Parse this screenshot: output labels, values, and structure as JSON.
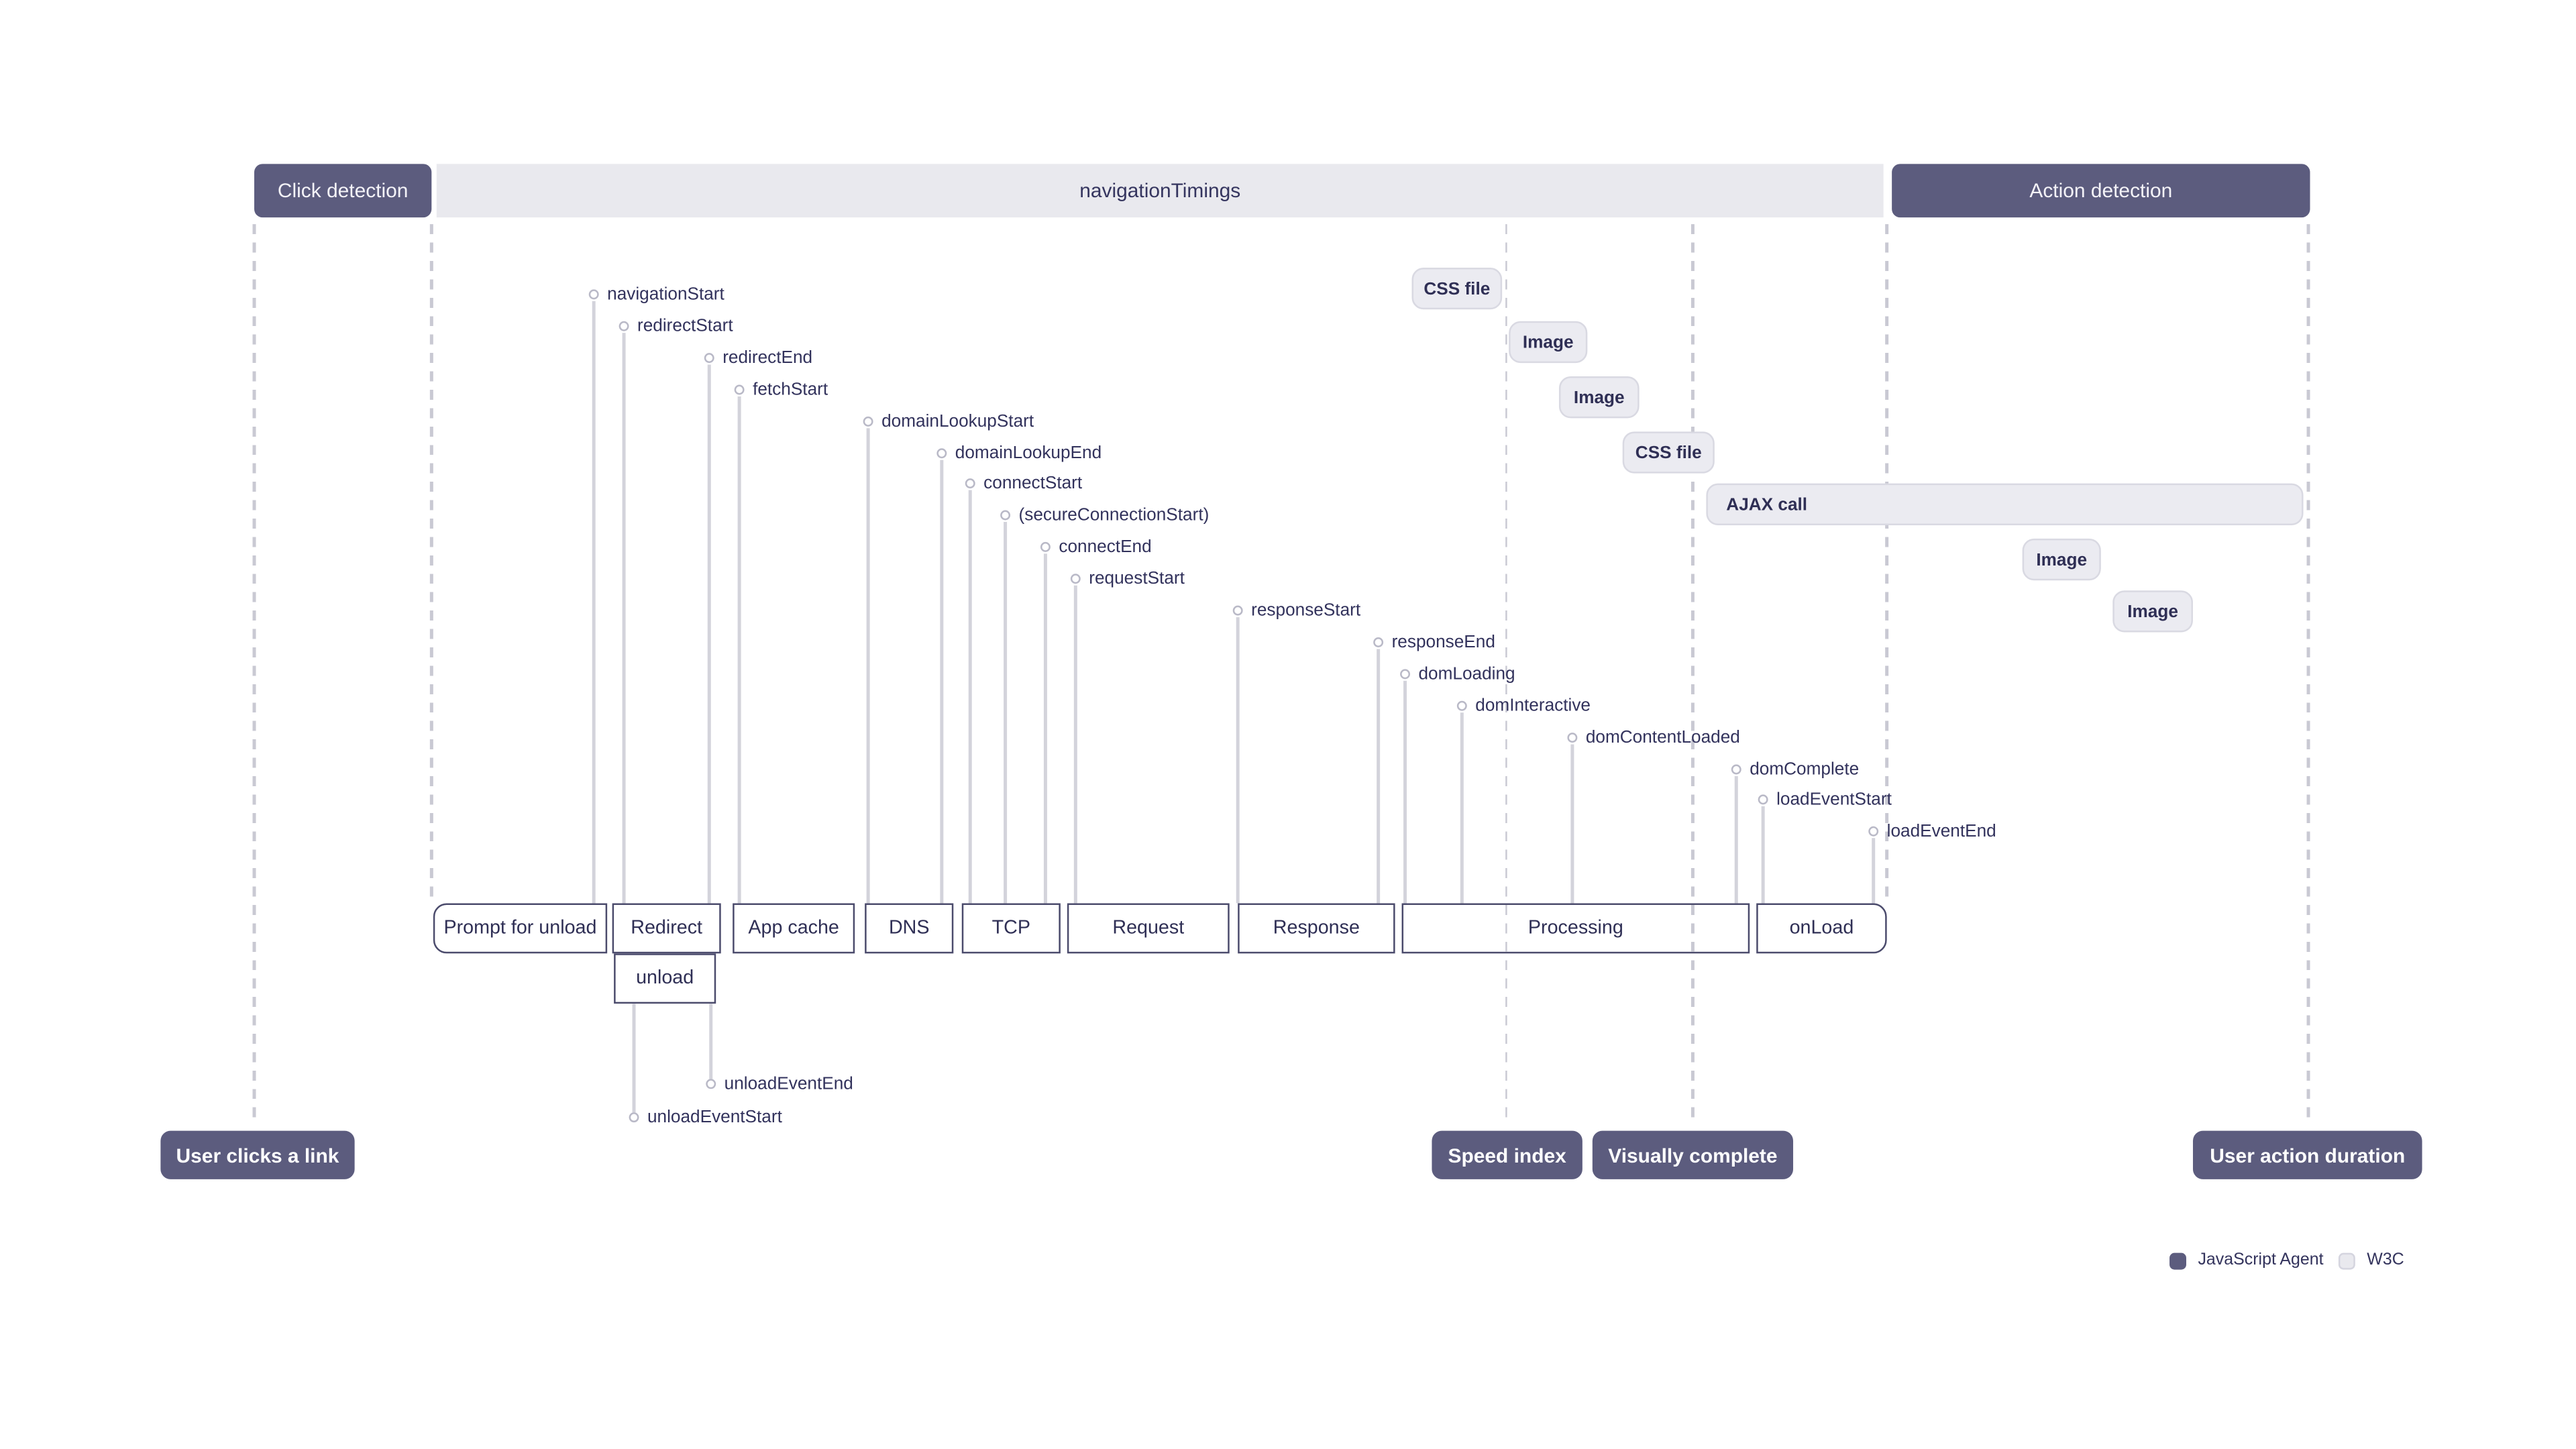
{
  "header": {
    "click_detection_label": "Click detection",
    "navigation_timings_label": "navigationTimings",
    "action_detection_label": "Action detection"
  },
  "timeline_events": [
    {
      "label": "navigationStart"
    },
    {
      "label": "redirectStart"
    },
    {
      "label": "redirectEnd"
    },
    {
      "label": "fetchStart"
    },
    {
      "label": "domainLookupStart"
    },
    {
      "label": "domainLookupEnd"
    },
    {
      "label": "connectStart"
    },
    {
      "label": "(secureConnectionStart)"
    },
    {
      "label": "connectEnd"
    },
    {
      "label": "requestStart"
    },
    {
      "label": "responseStart"
    },
    {
      "label": "responseEnd"
    },
    {
      "label": "domLoading"
    },
    {
      "label": "domInteractive"
    },
    {
      "label": "domContentLoaded"
    },
    {
      "label": "domComplete"
    },
    {
      "label": "loadEventStart"
    },
    {
      "label": "loadEventEnd"
    }
  ],
  "unload_events": [
    {
      "label": "unloadEventEnd"
    },
    {
      "label": "unloadEventStart"
    }
  ],
  "resources": [
    {
      "label": "CSS file"
    },
    {
      "label": "Image"
    },
    {
      "label": "Image"
    },
    {
      "label": "CSS file"
    },
    {
      "label": "AJAX call"
    },
    {
      "label": "Image"
    },
    {
      "label": "Image"
    }
  ],
  "phases": [
    {
      "label": "Prompt for unload"
    },
    {
      "label": "Redirect"
    },
    {
      "label": "App cache"
    },
    {
      "label": "DNS"
    },
    {
      "label": "TCP"
    },
    {
      "label": "Request"
    },
    {
      "label": "Response"
    },
    {
      "label": "Processing"
    },
    {
      "label": "onLoad"
    }
  ],
  "unload_phase": {
    "label": "unload"
  },
  "annotations": [
    {
      "label": "User clicks a link"
    },
    {
      "label": "Speed index"
    },
    {
      "label": "Visually complete"
    },
    {
      "label": "User action duration"
    }
  ],
  "legend": [
    {
      "label": "JavaScript Agent",
      "color": "#5c5c7e"
    },
    {
      "label": "W3C",
      "color": "#e9e9ee"
    }
  ],
  "colors": {
    "accent_slate": "#5c5c7e",
    "bar_light": "#e9e9ee",
    "badge_bg": "#ebebf1",
    "badge_border": "#d9d9e2",
    "box_border": "#4b4b6c",
    "dashed_line": "#c9c9d3",
    "text_dark": "#2f2f55"
  }
}
